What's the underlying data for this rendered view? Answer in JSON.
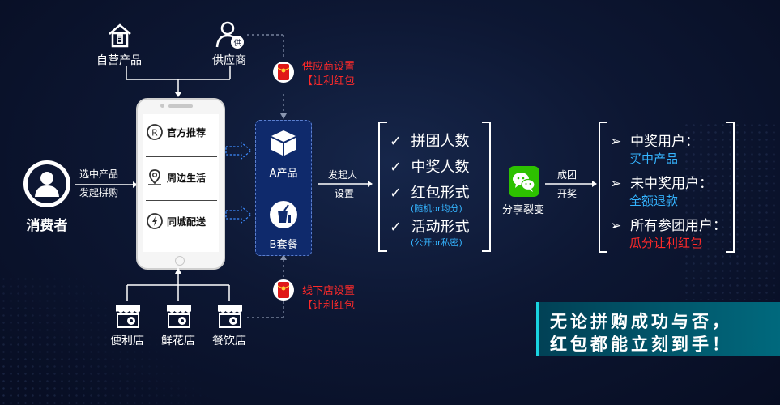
{
  "colors": {
    "background": "#0d1733",
    "accent_blue": "#35b4ff",
    "red_text": "#ff2a2a",
    "banner": "#0a6f80",
    "ab_box": "#0f2a6c",
    "wechat_green": "#2dc100"
  },
  "consumer": {
    "label": "消费者",
    "icon": "user-icon"
  },
  "consumer_action": {
    "line1": "选中产品",
    "line2": "发起拼购"
  },
  "sources_top": [
    {
      "label": "自营产品",
      "icon": "home-product-icon"
    },
    {
      "label": "供应商",
      "icon": "supplier-icon"
    }
  ],
  "sources_bottom": [
    {
      "label": "便利店",
      "icon": "store-icon"
    },
    {
      "label": "鲜花店",
      "icon": "store-icon"
    },
    {
      "label": "餐饮店",
      "icon": "store-icon"
    }
  ],
  "phone_menu": [
    {
      "label": "官方推荐",
      "icon": "registered-icon"
    },
    {
      "label": "周边生活",
      "icon": "map-pin-icon"
    },
    {
      "label": "同城配送",
      "icon": "lightning-icon"
    }
  ],
  "supplier_setting": {
    "line1": "供应商设置",
    "line2": "【让利红包"
  },
  "offline_setting": {
    "line1": "线下店设置",
    "line2": "【让利红包"
  },
  "packages": [
    {
      "label": "A产品",
      "icon": "box-icon"
    },
    {
      "label": "B套餐",
      "icon": "drink-icon"
    }
  ],
  "initiator": {
    "line1": "发起人",
    "line2": "设置"
  },
  "settings_list": [
    {
      "check": "✓",
      "label": "拼团人数",
      "sub": ""
    },
    {
      "check": "✓",
      "label": "中奖人数",
      "sub": ""
    },
    {
      "check": "✓",
      "label": "红包形式",
      "sub": "(随机or均分)"
    },
    {
      "check": "✓",
      "label": "活动形式",
      "sub": "(公开or私密)"
    }
  ],
  "share": {
    "label": "分享裂变",
    "icon": "wechat-icon"
  },
  "draw": {
    "line1": "成团",
    "line2": "开奖"
  },
  "results_list": [
    {
      "arrow": "➢",
      "label": "中奖用户：",
      "sub": "买中产品",
      "sub_color": "#35b4ff"
    },
    {
      "arrow": "➢",
      "label": "未中奖用户：",
      "sub": "全额退款",
      "sub_color": "#35b4ff"
    },
    {
      "arrow": "➢",
      "label": "所有参团用户：",
      "sub": "瓜分让利红包",
      "sub_color": "#ff2a2a"
    }
  ],
  "banner": {
    "line1": "无论拼购成功与否，",
    "line2": "红包都能立刻到手！"
  }
}
